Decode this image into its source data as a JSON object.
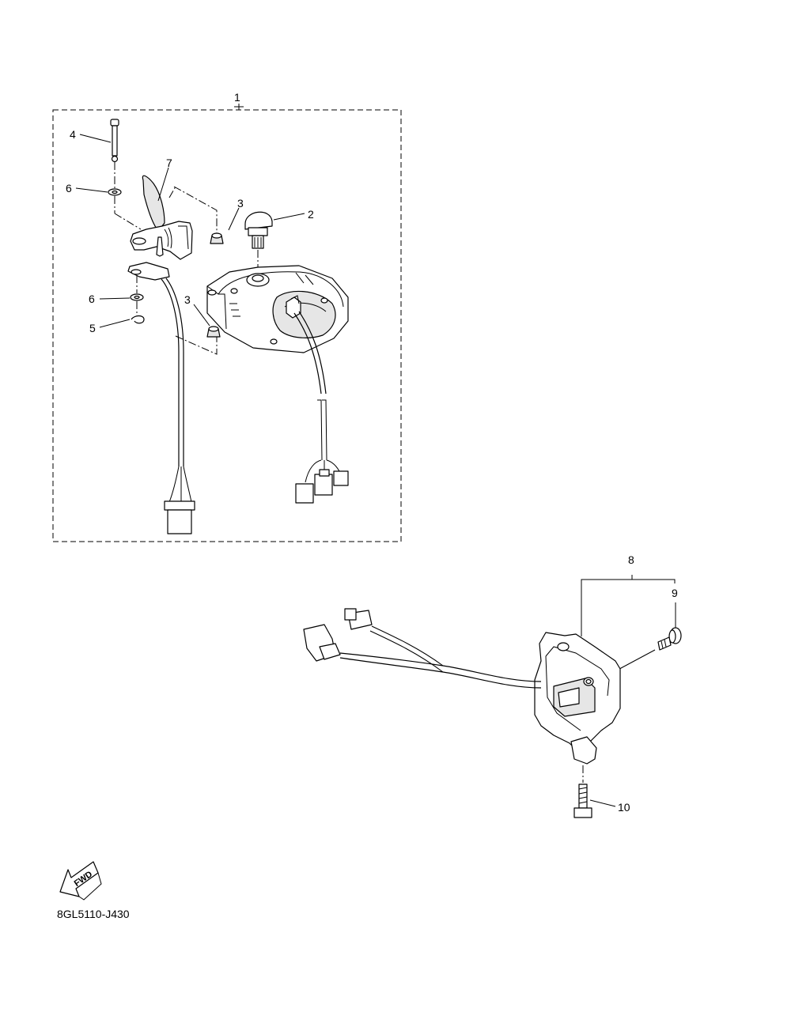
{
  "diagram": {
    "callouts": [
      {
        "id": "c1",
        "text": "1"
      },
      {
        "id": "c2",
        "text": "2"
      },
      {
        "id": "c3a",
        "text": "3"
      },
      {
        "id": "c3b",
        "text": "3"
      },
      {
        "id": "c4",
        "text": "4"
      },
      {
        "id": "c5",
        "text": "5"
      },
      {
        "id": "c6a",
        "text": "6"
      },
      {
        "id": "c6b",
        "text": "6"
      },
      {
        "id": "c7",
        "text": "7"
      },
      {
        "id": "c8",
        "text": "8"
      },
      {
        "id": "c9",
        "text": "9"
      },
      {
        "id": "c10",
        "text": "10"
      }
    ],
    "fwd_label": "FWD",
    "drawing_code": "8GL5110-J430"
  }
}
